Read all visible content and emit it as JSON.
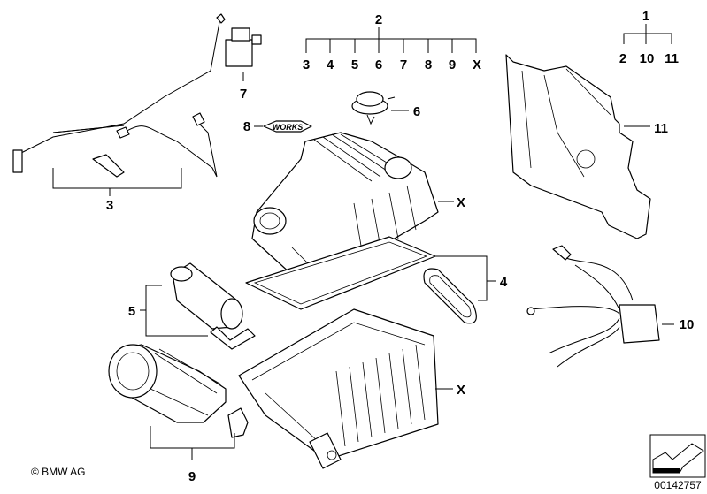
{
  "diagram": {
    "callouts": {
      "group2": {
        "parent": "2",
        "children": [
          "3",
          "4",
          "5",
          "6",
          "7",
          "8",
          "9",
          "X"
        ]
      },
      "group1": {
        "parent": "1",
        "children": [
          "2",
          "10",
          "11"
        ]
      },
      "part7": "7",
      "part8": "8",
      "part8_logo": "WORKS",
      "part6": "6",
      "part11": "11",
      "part3": "3",
      "partX_top": "X",
      "part4": "4",
      "part5": "5",
      "part10": "10",
      "partX_bottom": "X",
      "part9": "9"
    },
    "copyright": "© BMW AG",
    "diagram_number": "00142757"
  }
}
